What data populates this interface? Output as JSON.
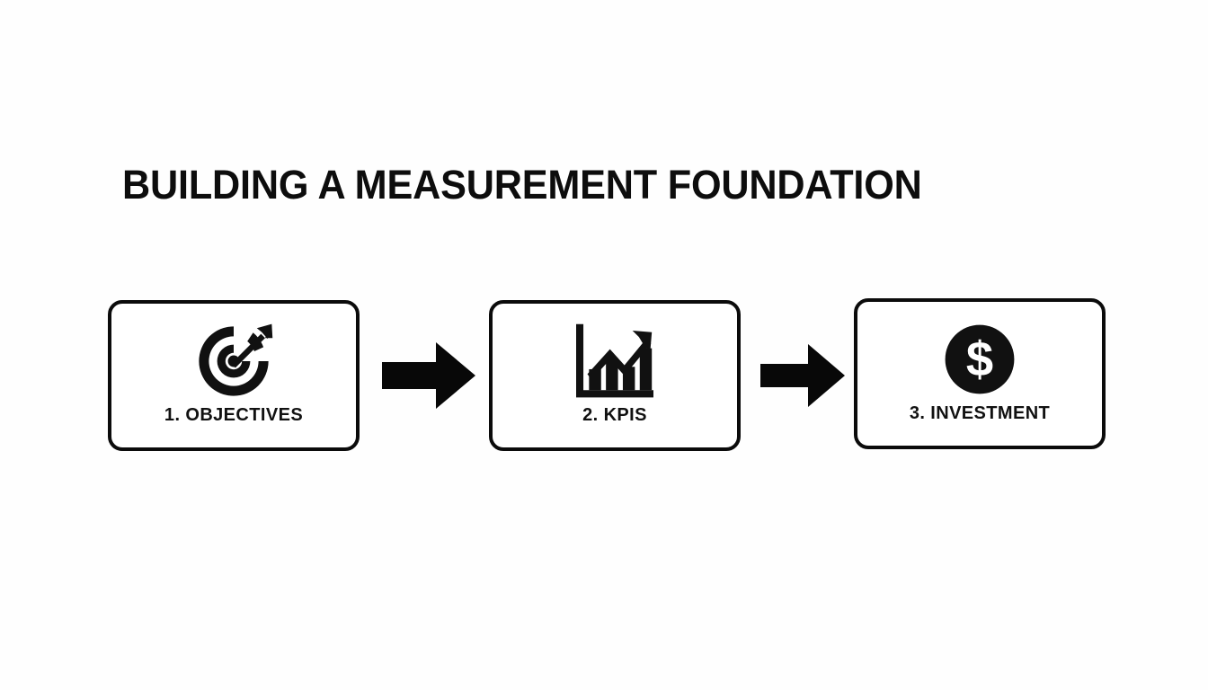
{
  "slide": {
    "title": "BUILDING A MEASUREMENT FOUNDATION",
    "background_color": "#fefefe",
    "ink_color": "#0b0b0b"
  },
  "flow": {
    "steps": [
      {
        "number": "1",
        "label": "1. OBJECTIVES",
        "icon": "target-arrow-icon"
      },
      {
        "number": "2",
        "label": "2. KPIS",
        "icon": "bar-chart-growth-icon"
      },
      {
        "number": "3",
        "label": "3. INVESTMENT",
        "icon": "dollar-coin-icon"
      }
    ],
    "connectors": [
      {
        "name": "arrow-right-icon",
        "from": "1. OBJECTIVES",
        "to": "2. KPIS"
      },
      {
        "name": "arrow-right-icon",
        "from": "2. KPIS",
        "to": "3. INVESTMENT"
      }
    ]
  }
}
